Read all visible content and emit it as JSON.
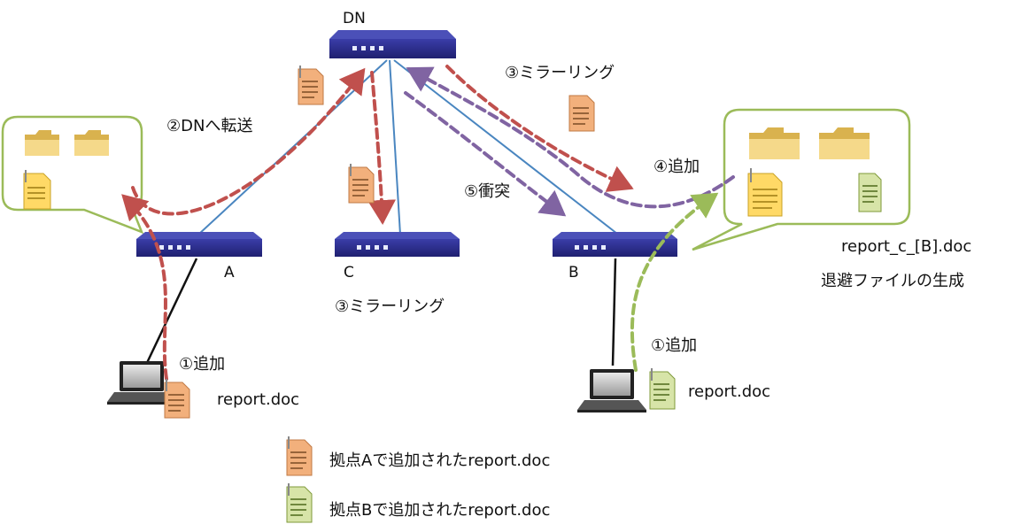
{
  "nodes": {
    "dn": "DN",
    "a": "A",
    "b": "B",
    "c": "C"
  },
  "steps": {
    "add_a": "①追加",
    "add_b": "①追加",
    "transfer": "②DNへ転送",
    "mirror_top": "③ミラーリング",
    "mirror_c": "③ミラーリング",
    "add_4": "④追加",
    "conflict": "⑤衝突"
  },
  "files": {
    "report_a": "report.doc",
    "report_b": "report.doc",
    "conflict_file": "report_c_[B].doc",
    "backup_caption": "退避ファイルの生成"
  },
  "legend": {
    "site_a": "拠点Aで追加されたreport.doc",
    "site_b": "拠点Bで追加されたreport.doc"
  },
  "colors": {
    "switch": "#2b2d8c",
    "link": "#4a86c0",
    "red_arrow": "#c0504d",
    "purple_arrow": "#8064a2",
    "green_arrow": "#9bbb59",
    "callout_border": "#9bbb59",
    "doc_orange": "#f2b07c",
    "doc_green": "#d7e4a8",
    "doc_yellow": "#ffd966",
    "folder": "#f3d27a"
  }
}
